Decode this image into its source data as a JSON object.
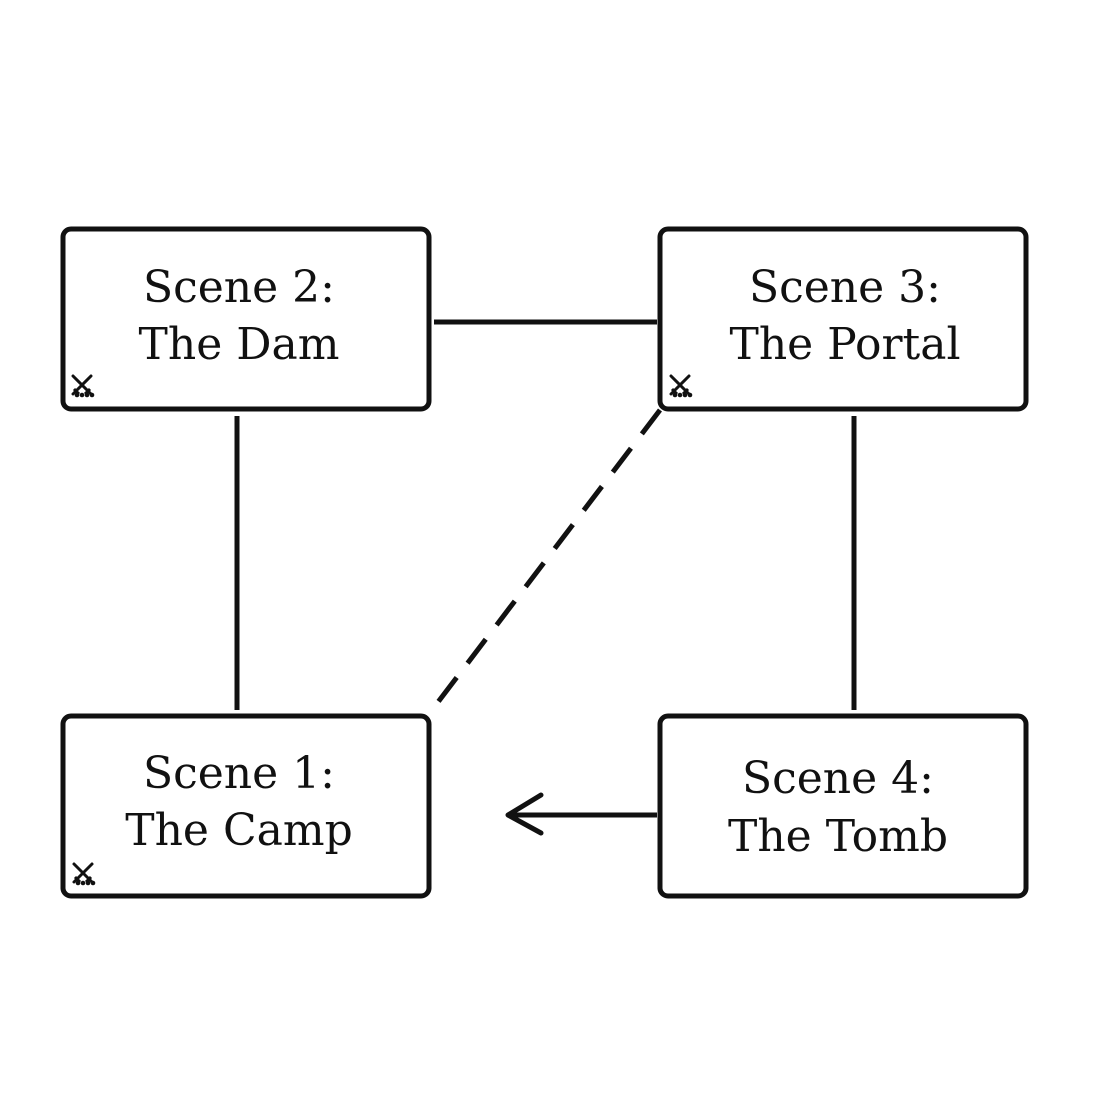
{
  "diagram": {
    "line_color": "#111111",
    "background": "#ffffff",
    "nodes": [
      {
        "id": "scene2",
        "label": "Scene 2:",
        "sublabel": "The Dam",
        "combat": true,
        "icon": "crossed-swords-icon"
      },
      {
        "id": "scene3",
        "label": "Scene 3:",
        "sublabel": "The Portal",
        "combat": true,
        "icon": "crossed-swords-icon"
      },
      {
        "id": "scene1",
        "label": "Scene 1:",
        "sublabel": "The Camp",
        "combat": true,
        "icon": "crossed-swords-icon"
      },
      {
        "id": "scene4",
        "label": "Scene 4:",
        "sublabel": "The Tomb",
        "combat": false
      }
    ],
    "edges": [
      {
        "from": "scene2",
        "to": "scene3",
        "style": "solid",
        "arrow": false
      },
      {
        "from": "scene2",
        "to": "scene1",
        "style": "solid",
        "arrow": false
      },
      {
        "from": "scene3",
        "to": "scene4",
        "style": "solid",
        "arrow": false
      },
      {
        "from": "scene3",
        "to": "scene1",
        "style": "dashed",
        "arrow": false
      },
      {
        "from": "scene4",
        "to": "scene1",
        "style": "solid",
        "arrow": true
      }
    ]
  }
}
